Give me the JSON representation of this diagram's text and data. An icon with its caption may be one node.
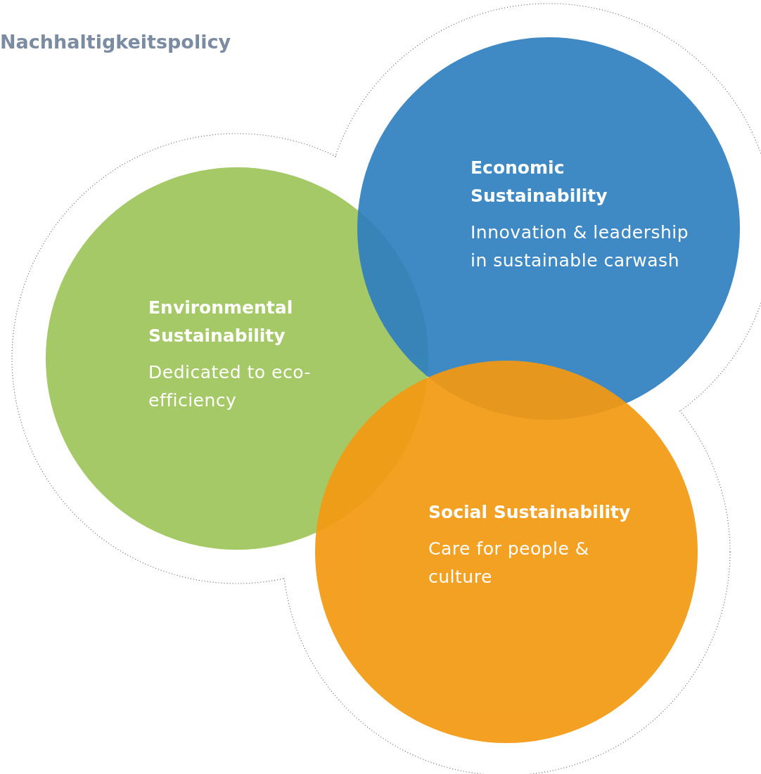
{
  "diagram": {
    "title": "Nachhaltigkeitspolicy",
    "nodes": [
      {
        "text": [
          "Environmental Sustainability",
          "Dedicated to eco-efficiency"
        ]
      },
      {
        "text": [
          "Economic Sustainability",
          "Innovation & leadership in sustainable carwash"
        ]
      },
      {
        "text": [
          "Social Sustainability",
          "Care for people & culture"
        ]
      }
    ]
  }
}
